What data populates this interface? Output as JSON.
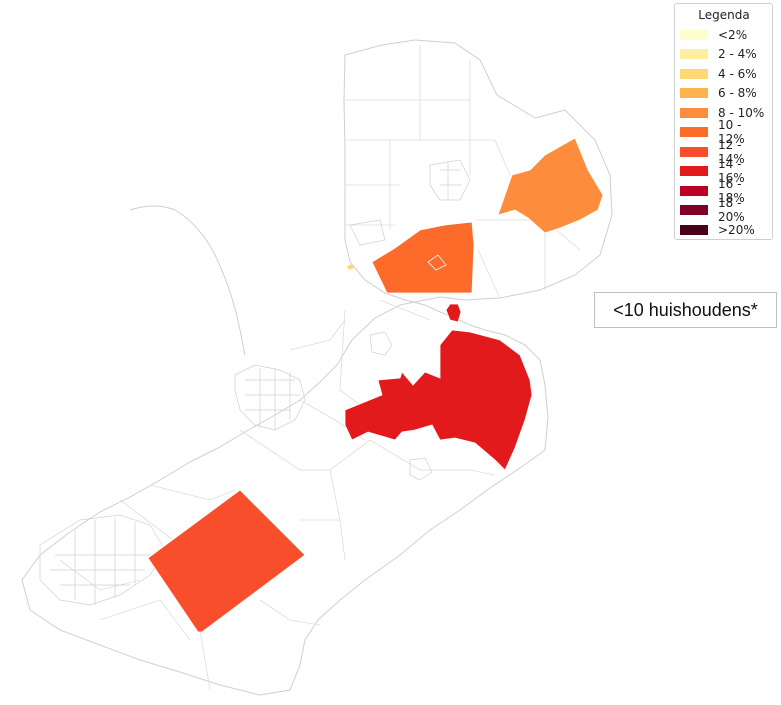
{
  "legend": {
    "title": "Legenda",
    "items": [
      {
        "label": "<2%",
        "color": "#ffffcc"
      },
      {
        "label": "2 - 4%",
        "color": "#ffeda0"
      },
      {
        "label": "4 - 6%",
        "color": "#fed976"
      },
      {
        "label": "6 - 8%",
        "color": "#feb24c"
      },
      {
        "label": "8 - 10%",
        "color": "#fd8d3c"
      },
      {
        "label": "10 - 12%",
        "color": "#fc6b2a"
      },
      {
        "label": "12 - 14%",
        "color": "#f94e2c"
      },
      {
        "label": "14 - 16%",
        "color": "#e31a1c"
      },
      {
        "label": "16 - 18%",
        "color": "#bd0026"
      },
      {
        "label": "18 - 20%",
        "color": "#800026"
      },
      {
        "label": ">20%",
        "color": "#4a0016"
      }
    ]
  },
  "note": "<10 huishoudens*",
  "regions": [
    {
      "name": "northeast",
      "class": "8 - 10%"
    },
    {
      "name": "north-center",
      "class": "10 - 12%"
    },
    {
      "name": "center",
      "class": "14 - 16%"
    },
    {
      "name": "southwest",
      "class": "12 - 14%"
    }
  ],
  "colors": {
    "boundary": "#d4d4d4",
    "background": "#ffffff"
  }
}
